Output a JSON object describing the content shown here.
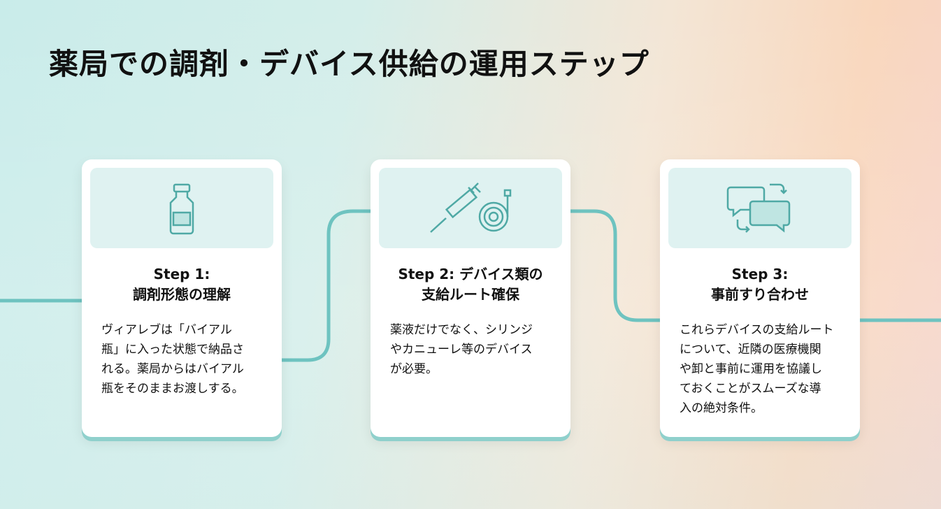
{
  "title": "薬局での調剤・デバイス供給の運用ステップ",
  "colors": {
    "accent": "#6ec3c0",
    "panel": "#dff2f1"
  },
  "steps": [
    {
      "icon": "vial-icon",
      "title_lines": [
        "Step 1:",
        "調剤形態の理解"
      ],
      "body_lines": [
        "ヴィアレブは「バイアル",
        "瓶」に入った状態で納品さ",
        "れる。薬局からはバイアル",
        "瓶をそのままお渡しする。"
      ]
    },
    {
      "icon": "syringe-cannula-icon",
      "title_lines": [
        "Step 2: デバイス類の",
        "支給ルート確保"
      ],
      "body_lines": [
        "薬液だけでなく、シリンジ",
        "やカニューレ等のデバイス",
        "が必要。"
      ]
    },
    {
      "icon": "discussion-icon",
      "title_lines": [
        "Step 3:",
        "事前すり合わせ"
      ],
      "body_lines": [
        "これらデバイスの支給ルート",
        "について、近隣の医療機関",
        "や卸と事前に運用を協議し",
        "ておくことがスムーズな導",
        "入の絶対条件。"
      ]
    }
  ]
}
